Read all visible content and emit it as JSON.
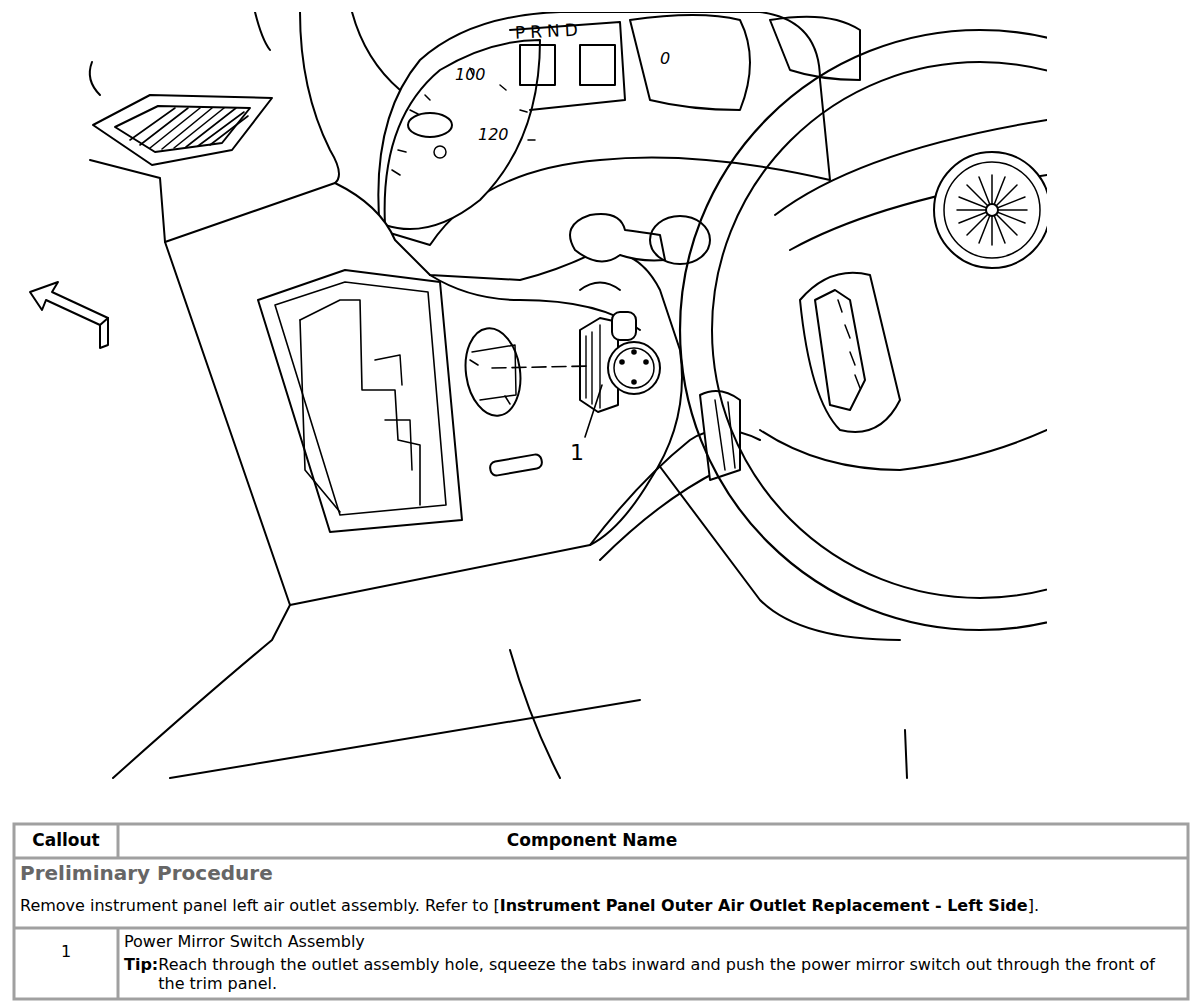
{
  "diagram": {
    "labels": [
      "PRND",
      "100",
      "120",
      "0",
      "1",
      "Callout",
      "Component Name",
      "Preliminary Procedure",
      "Remove instrument panel left air outlet assembly. Refer to [",
      "Instrument Panel Outer Air Outlet Replacement - Left Side",
      "].",
      "1",
      "Power Mirror Switch Assembly",
      "Tip:",
      "Reach through the outlet assembly hole, squeeze the tabs inward and push the power mirror switch out through the front of the trim panel."
    ]
  }
}
